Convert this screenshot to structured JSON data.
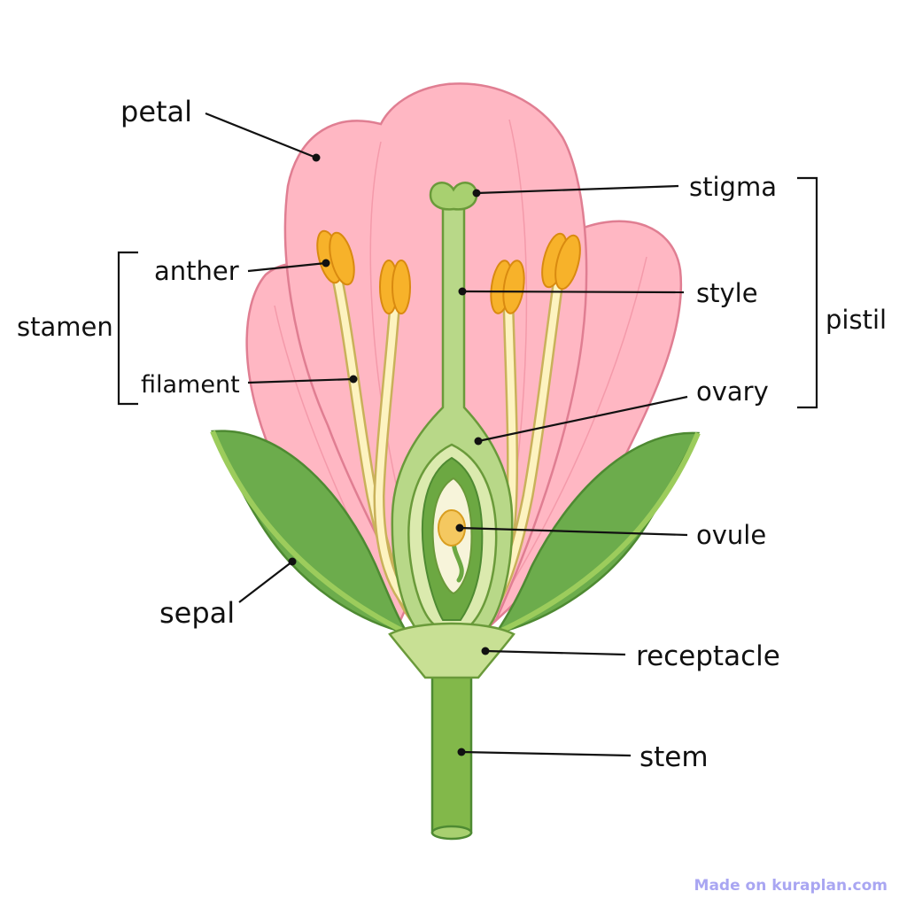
{
  "labels": {
    "petal": "petal",
    "stigma": "stigma",
    "anther": "anther",
    "style": "style",
    "stamen": "stamen",
    "pistil": "pistil",
    "filament": "filament",
    "ovary": "ovary",
    "ovule": "ovule",
    "sepal": "sepal",
    "receptacle": "receptacle",
    "stem": "stem"
  },
  "watermark": "Made on kuraplan.com",
  "colors": {
    "petal_fill": "#ffb7c3",
    "petal_stroke": "#e07e92",
    "petal_vein": "#f49aaa",
    "sepal_dark": "#6cac4c",
    "sepal_light": "#9ccc5c",
    "sepal_stroke": "#4e8a32",
    "pistil_fill": "#b8d888",
    "pistil_stroke": "#6a9a3a",
    "receptacle_fill": "#c8e094",
    "stem_fill": "#82b84a",
    "ovule_fill": "#f4c860",
    "anther_fill": "#f7b22a",
    "anther_stroke": "#d98a10",
    "filament_fill": "#fdf3c0",
    "filament_stroke": "#c9b15a",
    "watermark": "#a9a6f2"
  }
}
